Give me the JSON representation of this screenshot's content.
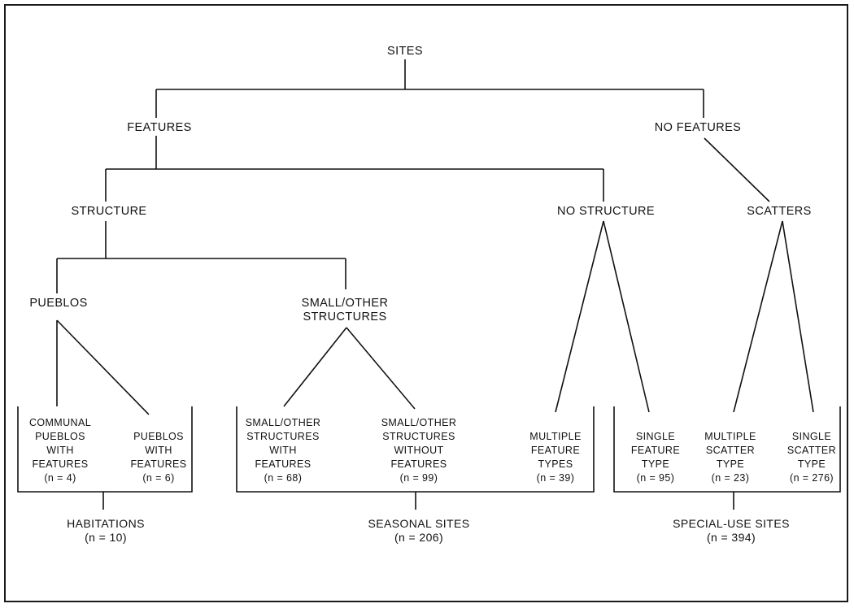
{
  "nodes": {
    "sites": "SITES",
    "features": "FEATURES",
    "no_features": "NO FEATURES",
    "structure": "STRUCTURE",
    "no_structure": "NO STRUCTURE",
    "scatters": "SCATTERS",
    "pueblos": "PUEBLOS",
    "small_other_structures": [
      "SMALL/OTHER",
      "STRUCTURES"
    ]
  },
  "leaves": [
    {
      "lines": [
        "COMMUNAL",
        "PUEBLOS",
        "WITH",
        "FEATURES"
      ],
      "n": "(n = 4)"
    },
    {
      "lines": [
        "PUEBLOS",
        "WITH",
        "FEATURES"
      ],
      "n": "(n = 6)"
    },
    {
      "lines": [
        "SMALL/OTHER",
        "STRUCTURES",
        "WITH",
        "FEATURES"
      ],
      "n": "(n = 68)"
    },
    {
      "lines": [
        "SMALL/OTHER",
        "STRUCTURES",
        "WITHOUT",
        "FEATURES"
      ],
      "n": "(n = 99)"
    },
    {
      "lines": [
        "MULTIPLE",
        "FEATURE",
        "TYPES"
      ],
      "n": "(n = 39)"
    },
    {
      "lines": [
        "SINGLE",
        "FEATURE",
        "TYPE"
      ],
      "n": "(n = 95)"
    },
    {
      "lines": [
        "MULTIPLE",
        "SCATTER",
        "TYPE"
      ],
      "n": "(n = 23)"
    },
    {
      "lines": [
        "SINGLE",
        "SCATTER",
        "TYPE"
      ],
      "n": "(n = 276)"
    }
  ],
  "groups": [
    {
      "label": "HABITATIONS",
      "n": "(n = 10)"
    },
    {
      "label": "SEASONAL SITES",
      "n": "(n = 206)"
    },
    {
      "label": "SPECIAL-USE SITES",
      "n": "(n = 394)"
    }
  ]
}
